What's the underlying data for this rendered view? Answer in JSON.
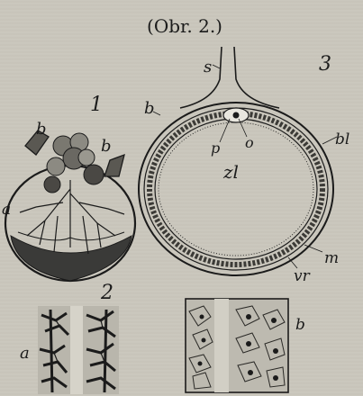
{
  "caption": "(Obr. 2.)",
  "figure_numbers": {
    "fig1": "1",
    "fig2": "2",
    "fig3": "3"
  },
  "fig1_labels": {
    "b_left": "b",
    "b_right": "b",
    "a": "a"
  },
  "fig3_labels": {
    "s": "s",
    "b": "b",
    "p": "p",
    "o": "o",
    "bl": "bl",
    "zl": "zl",
    "m": "m",
    "vr": "vr"
  },
  "fig2_labels": {
    "a": "a",
    "b": "b"
  },
  "colors": {
    "ink": "#1b1b1b",
    "paper": "#c9c6bc"
  }
}
